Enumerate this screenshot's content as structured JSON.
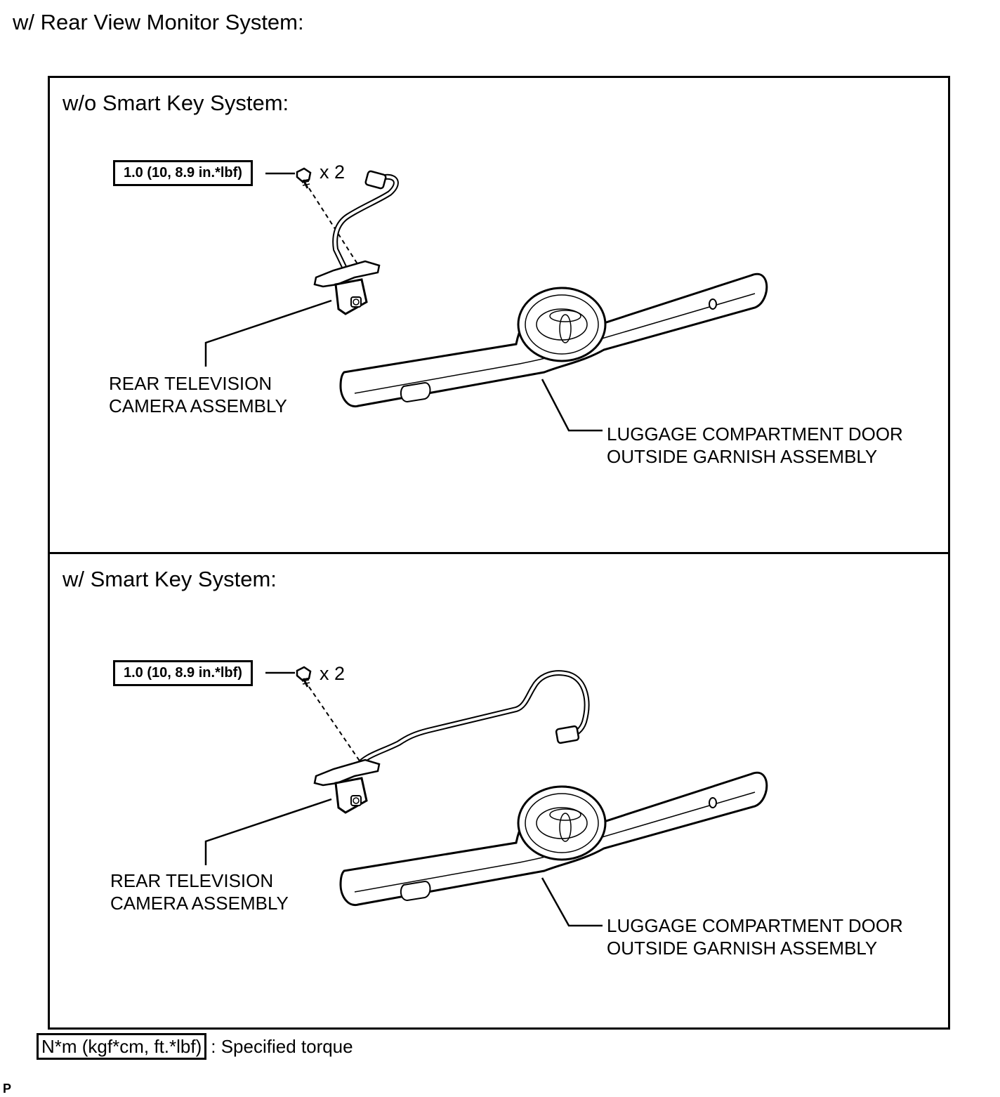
{
  "page_title": "w/ Rear View Monitor System:",
  "panels": [
    {
      "title": "w/o Smart Key System:",
      "torque": "1.0 (10, 8.9 in.*lbf)",
      "qty": "x 2",
      "camera_label": [
        "REAR TELEVISION",
        "CAMERA ASSEMBLY"
      ],
      "garnish_label": [
        "LUGGAGE COMPARTMENT DOOR",
        "OUTSIDE GARNISH ASSEMBLY"
      ]
    },
    {
      "title": "w/ Smart Key System:",
      "torque": "1.0 (10, 8.9 in.*lbf)",
      "qty": "x 2",
      "camera_label": [
        "REAR TELEVISION",
        "CAMERA ASSEMBLY"
      ],
      "garnish_label": [
        "LUGGAGE COMPARTMENT DOOR",
        "OUTSIDE GARNISH ASSEMBLY"
      ]
    }
  ],
  "legend": {
    "unit": "N*m (kgf*cm, ft.*lbf)",
    "text": ": Specified torque"
  },
  "corner_mark": "P"
}
